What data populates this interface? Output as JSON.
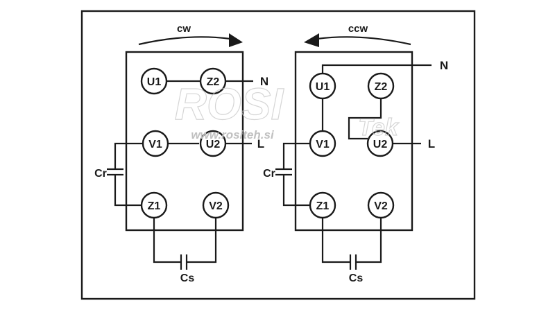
{
  "watermark": {
    "brand": "ROSI",
    "brand_suffix": "Tek",
    "url": "www.rositeh.si"
  },
  "diagrams": [
    {
      "id": "left",
      "direction": "cw",
      "terminals": [
        "U1",
        "Z2",
        "V1",
        "U2",
        "Z1",
        "V2"
      ],
      "line_labels": {
        "neutral": "N",
        "line": "L"
      },
      "capacitor_run": "Cr",
      "capacitor_start": "Cs"
    },
    {
      "id": "right",
      "direction": "ccw",
      "terminals": [
        "U1",
        "Z2",
        "V1",
        "U2",
        "Z1",
        "V2"
      ],
      "line_labels": {
        "neutral": "N",
        "line": "L"
      },
      "capacitor_run": "Cr",
      "capacitor_start": "Cs"
    }
  ]
}
